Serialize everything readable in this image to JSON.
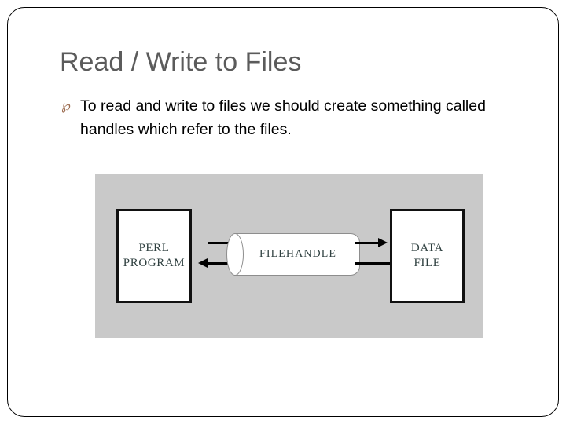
{
  "slide": {
    "title": "Read / Write to Files",
    "title_color": "#5b5b5b",
    "background_color": "#ffffff",
    "border_color": "#000000"
  },
  "body": {
    "bullets": [
      {
        "glyph": "℘",
        "glyph_name": "decorative-swirl-bullet",
        "glyph_color": "#9c6b4f",
        "text": "To read and write to files we should create something called handles which refer to the files."
      }
    ]
  },
  "diagram": {
    "panel_color": "#c9c9c9",
    "node_text_color": "#2e3f3f",
    "box_border_color": "#111111",
    "cylinder_outline_color": "#8d8d8d",
    "nodes": {
      "perl_program": "PERL\nPROGRAM",
      "filehandle": "FILEHANDLE",
      "data_file": "DATA\nFILE"
    },
    "connectors": [
      {
        "name": "perl-to-filehandle",
        "direction": "right",
        "arrowhead": false,
        "side": "left",
        "row": "top"
      },
      {
        "name": "filehandle-to-perl",
        "direction": "left",
        "arrowhead": true,
        "side": "left",
        "row": "bottom"
      },
      {
        "name": "filehandle-to-datafile",
        "direction": "right",
        "arrowhead": true,
        "side": "right",
        "row": "top"
      },
      {
        "name": "datafile-to-filehandle",
        "direction": "left",
        "arrowhead": false,
        "side": "right",
        "row": "bottom"
      }
    ]
  }
}
